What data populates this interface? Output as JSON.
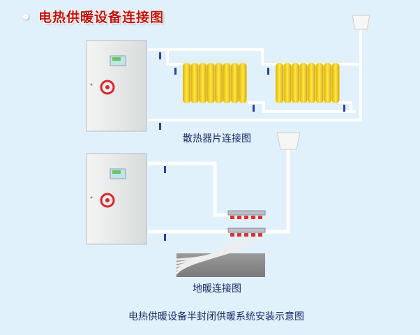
{
  "title": "电热供暖设备连接图",
  "sections": {
    "radiator": {
      "caption": "散热器片连接图",
      "radiator_fins": 8
    },
    "floor": {
      "caption": "地暖连接图",
      "manifold_loops": 5
    }
  },
  "footer_caption": "电热供暖设备半封闭供暖系统安装示意图",
  "colors": {
    "background": "#e0f1fc",
    "title": "#c0140c",
    "caption": "#1a2a6a",
    "radiator": "#f7d21c",
    "pipe": "#ffffff",
    "logo": "#d8262c"
  }
}
